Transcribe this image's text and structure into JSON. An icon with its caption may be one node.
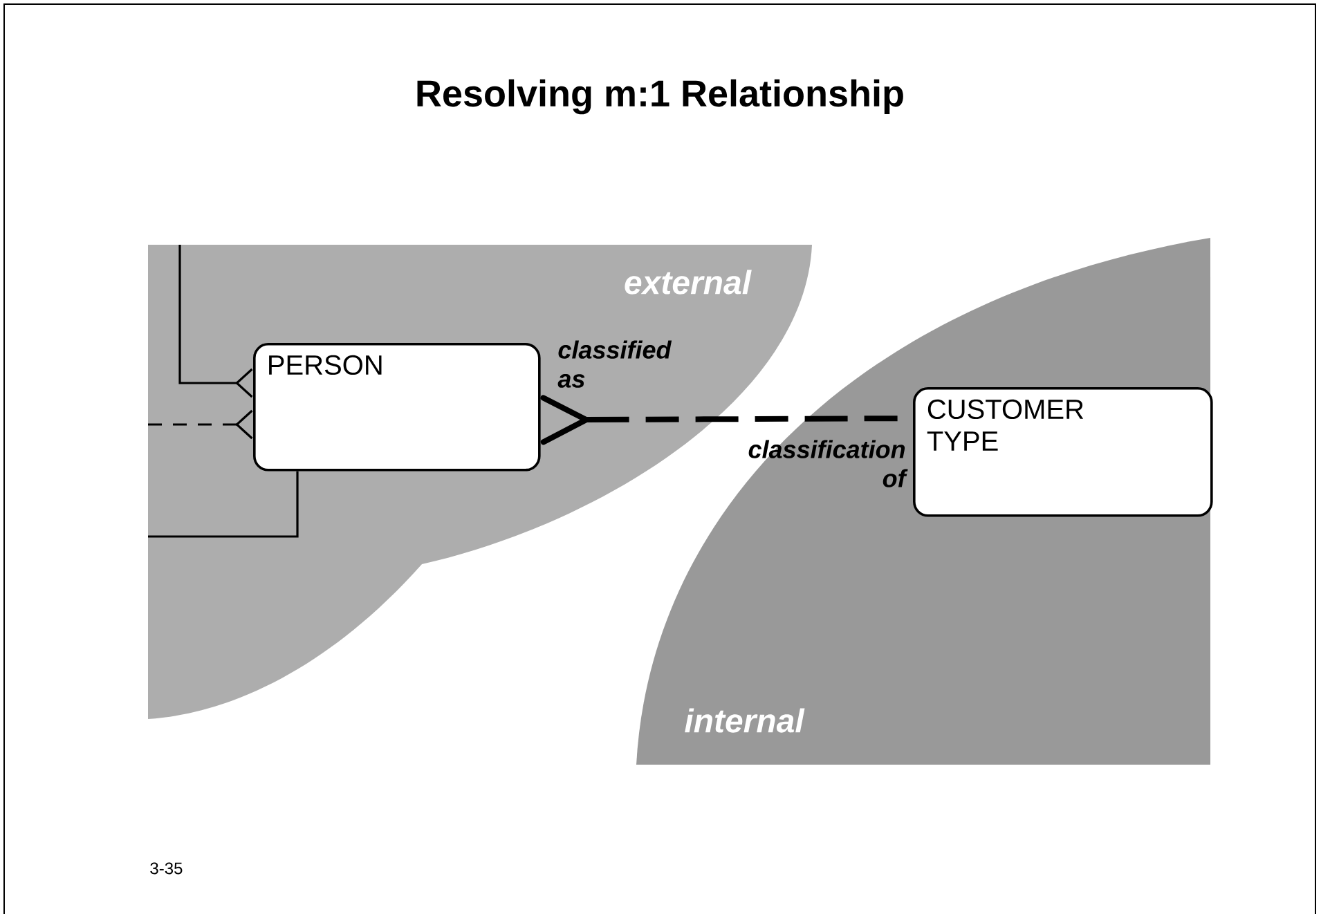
{
  "diagram": {
    "title": "Resolving m:1 Relationship",
    "nodes": [
      {
        "text": [
          "external"
        ]
      },
      {
        "text": [
          "internal"
        ]
      },
      {
        "text": [
          "PERSON"
        ],
        "in": 0,
        "beside": [
          "classified as"
        ]
      },
      {
        "text": [
          "CUSTOMER TYPE"
        ],
        "in": 1,
        "beside": [
          "classification of"
        ]
      }
    ],
    "edges": [
      {
        "from": 2,
        "to": 3,
        "arrow": "other",
        "style": "dashed"
      },
      {
        "from": null,
        "to": 2,
        "arrow": "other"
      },
      {
        "from": null,
        "to": 2,
        "arrow": "other",
        "style": "dashed"
      },
      {
        "from": null,
        "to": 2,
        "arrow": "none"
      }
    ],
    "labels": [
      "3-35"
    ]
  }
}
